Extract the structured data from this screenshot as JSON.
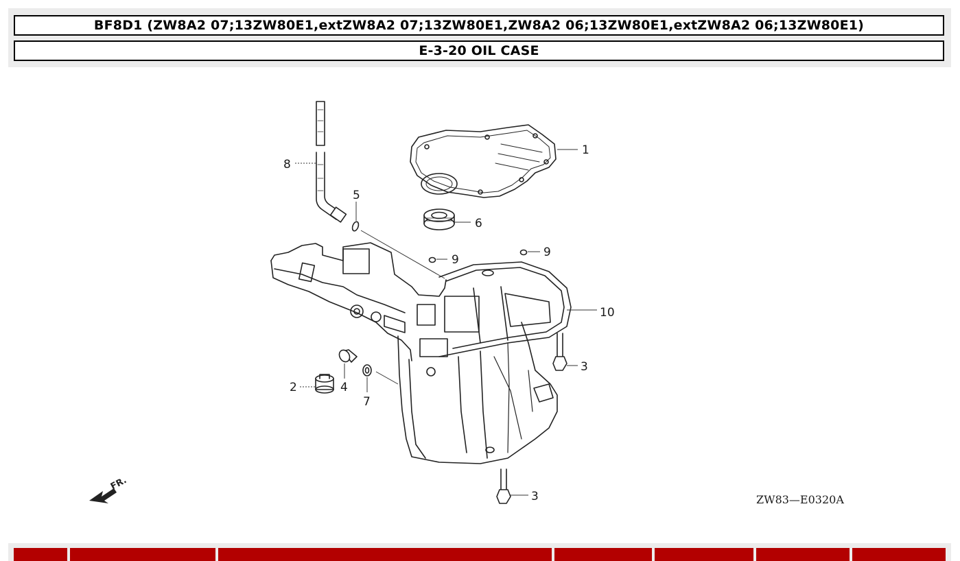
{
  "header": {
    "model_line": "BF8D1 (ZW8A2 07;13ZW80E1,extZW8A2 07;13ZW80E1,ZW8A2 06;13ZW80E1,extZW8A2 06;13ZW80E1)",
    "section_title": "E-3-20 OIL CASE"
  },
  "diagram": {
    "callouts": [
      "1",
      "2",
      "3",
      "3",
      "4",
      "5",
      "6",
      "7",
      "8",
      "9",
      "9",
      "10"
    ],
    "front_marker": "FR.",
    "drawing_code": "ZW83—E0320A"
  },
  "colors": {
    "table_header_bg": "#b30000",
    "frame_bg": "#ececec"
  }
}
